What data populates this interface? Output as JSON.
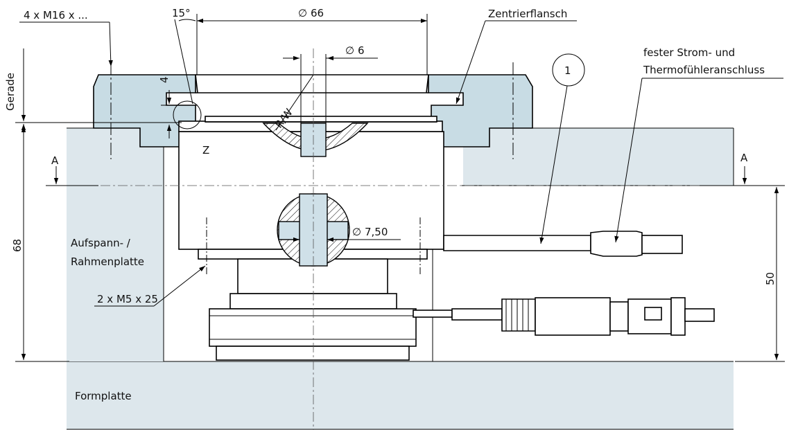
{
  "labels": {
    "bolts": "4 x M16 x ...",
    "angle": "15°",
    "diameter_outer": "66",
    "diameter_bore": "6",
    "flange": "Zentrierflansch",
    "connection_line1": "fester Strom- und",
    "connection_line2": "Thermofühleranschluss",
    "callout_number": "1",
    "gerade": "Gerade",
    "dim_4": "4",
    "rw": "R/W",
    "detail_z": "Z",
    "section_a_left": "A",
    "section_a_right": "A",
    "dim_68": "68",
    "aufspann_line1": "Aufspann- /",
    "aufspann_line2": "Rahmenplatte",
    "diameter_pin": "7,50",
    "screws": "2 x M5 x 25",
    "dim_50": "50",
    "formplatte": "Formplatte"
  },
  "symbols": {
    "diameter": "∅"
  },
  "colors": {
    "plate": "#dde7ec",
    "flange": "#c8dce4"
  }
}
